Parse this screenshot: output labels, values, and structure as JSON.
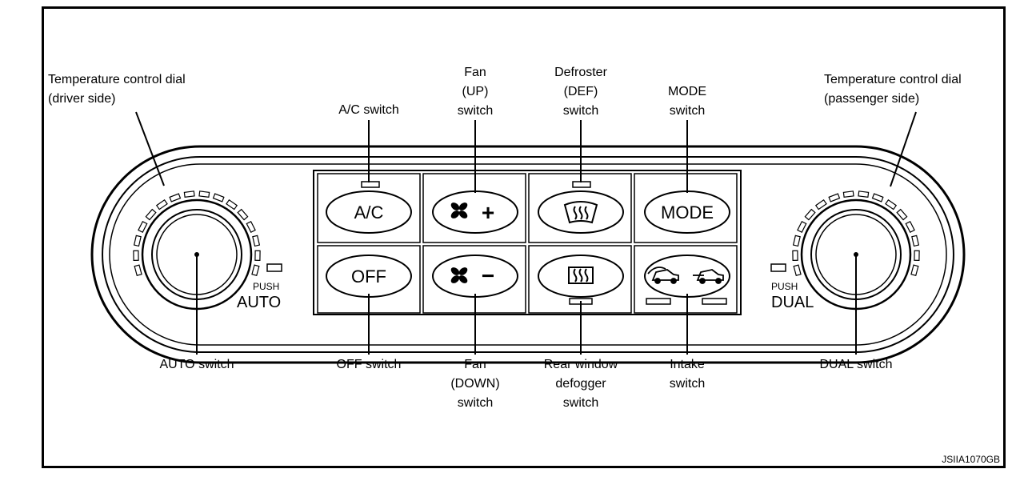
{
  "labels": {
    "temp_driver": [
      "Temperature control dial",
      "(driver side)"
    ],
    "ac_switch": [
      "A/C switch"
    ],
    "fan_up": [
      "Fan",
      "(UP)",
      "switch"
    ],
    "defroster": [
      "Defroster",
      "(DEF)",
      "switch"
    ],
    "mode_switch": [
      "MODE",
      "switch"
    ],
    "temp_passenger": [
      "Temperature control dial",
      "(passenger side)"
    ],
    "auto_switch": [
      "AUTO switch"
    ],
    "off_switch": [
      "OFF switch"
    ],
    "fan_down": [
      "Fan",
      "(DOWN)",
      "switch"
    ],
    "rear_defogger": [
      "Rear window",
      "defogger",
      "switch"
    ],
    "intake": [
      "Intake",
      "switch"
    ],
    "dual_switch": [
      "DUAL switch"
    ]
  },
  "buttons": {
    "ac": "A/C",
    "off": "OFF",
    "mode": "MODE",
    "fan_up_sign": "+",
    "fan_down_sign": "−"
  },
  "panel": {
    "push_left": "PUSH",
    "auto": "AUTO",
    "push_right": "PUSH",
    "dual": "DUAL"
  },
  "figure_code": "JSIIA1070GB",
  "icons": [
    "fan-icon",
    "windshield-defroster-icon",
    "rear-defogger-icon",
    "recirculation-icon",
    "fresh-air-icon"
  ]
}
